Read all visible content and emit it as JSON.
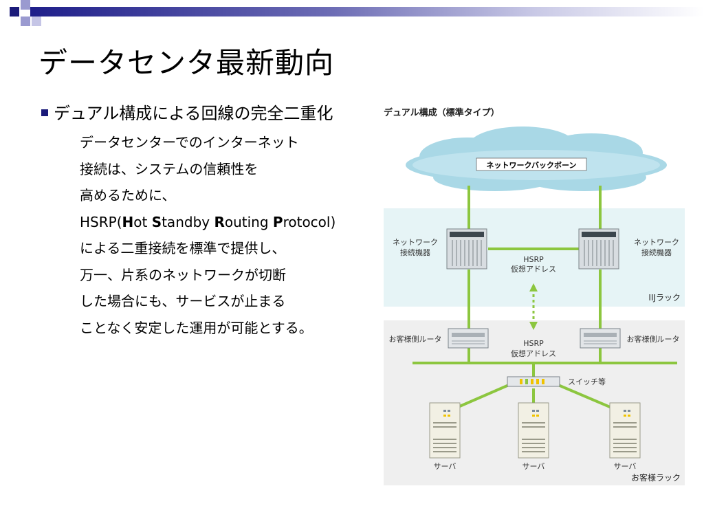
{
  "slide": {
    "title": "データセンタ最新動向",
    "bullet": "デュアル構成による回線の完全二重化",
    "lines": [
      "データセンターでのインターネット",
      "接続は、システムの信頼性を",
      "高めるために、",
      "HSRP(Hot Standby Routing Protocol)",
      "による二重接続を標準で提供し、",
      "万一、片系のネットワークが切断",
      "した場合にも、サービスが止まる",
      "ことなく安定した運用が可能とする。"
    ],
    "hsrp_parts": {
      "prefix": "HSRP(",
      "h": "H",
      "ot": "ot ",
      "s": "S",
      "tandby": "tandby ",
      "r": "R",
      "outing": "outing ",
      "p": "P",
      "rotocol": "rotocol)"
    }
  },
  "diagram": {
    "title": "デュアル構成（標準タイプ）",
    "cloud_label": "ネットワークバックボーン",
    "left_device_label": [
      "ネットワーク",
      "接続機器"
    ],
    "right_device_label": [
      "ネットワーク",
      "接続機器"
    ],
    "hsrp_top": [
      "HSRP",
      "仮想アドレス"
    ],
    "hsrp_bottom": [
      "HSRP",
      "仮想アドレス"
    ],
    "iij_rack": "IIJラック",
    "left_router": "お客様側ルータ",
    "right_router": "お客様側ルータ",
    "switch": "スイッチ等",
    "servers": [
      "サーバ",
      "サーバ",
      "サーバ"
    ],
    "customer_rack": "お客様ラック",
    "colors": {
      "line_green": "#8cc63f",
      "rack_blue": "#e6f4f6",
      "rack_gray": "#efefef",
      "cloud": "#a9d8e6"
    }
  }
}
